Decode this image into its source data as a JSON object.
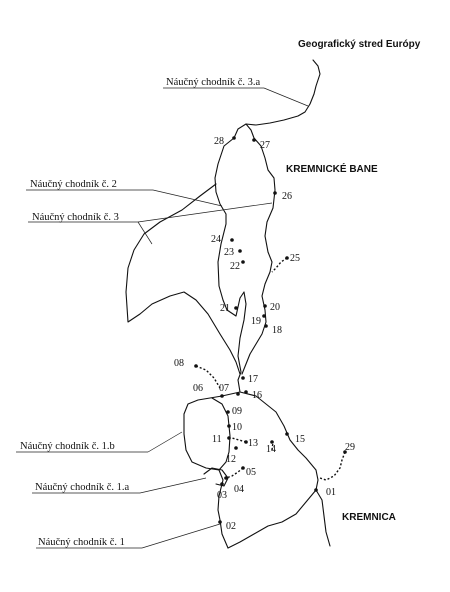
{
  "places": {
    "center": "Geografický stred Európy",
    "bane": "KREMNICKÉ BANE",
    "kremnica": "KREMNICA"
  },
  "trails": {
    "t3a": "Náučný chodník č. 3.a",
    "t2": "Náučný chodník č. 2",
    "t3": "Náučný chodník č. 3",
    "t1b": "Náučný chodník č. 1.b",
    "t1a": "Náučný chodník č. 1.a",
    "t1": "Náučný chodník č. 1"
  },
  "stops": [
    "01",
    "02",
    "03",
    "04",
    "05",
    "06",
    "07",
    "08",
    "09",
    "10",
    "11",
    "12",
    "13",
    "14",
    "15",
    "16",
    "17",
    "18",
    "19",
    "20",
    "21",
    "22",
    "23",
    "24",
    "25",
    "26",
    "27",
    "28",
    "29"
  ]
}
